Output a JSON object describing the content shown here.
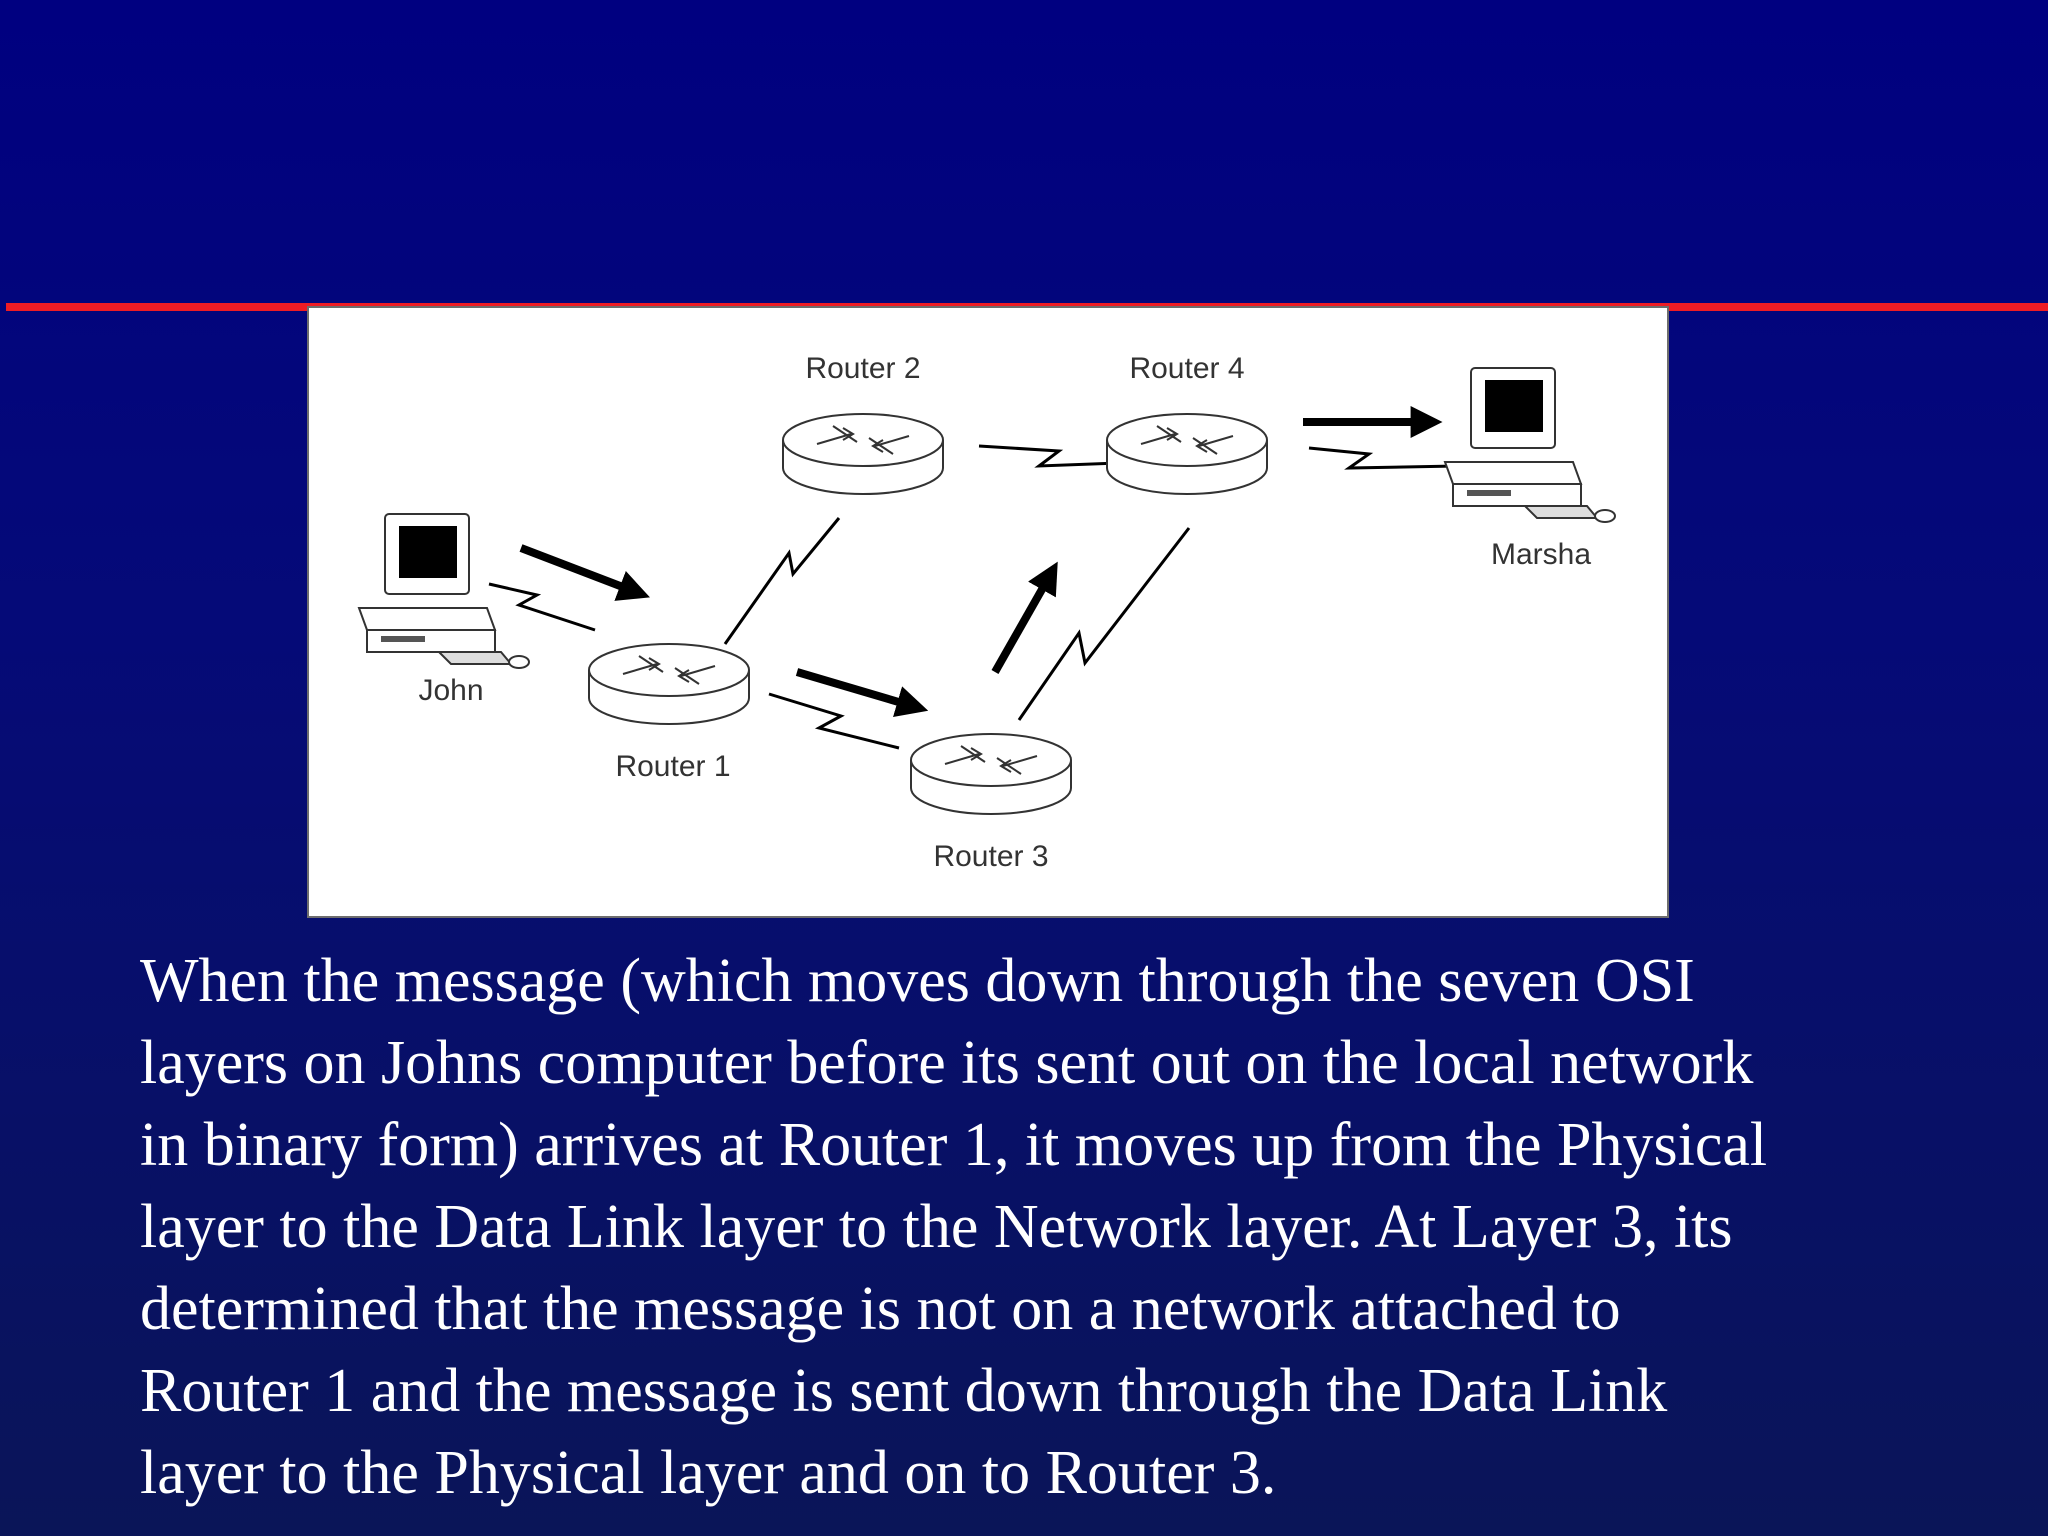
{
  "diagram": {
    "nodes": {
      "john": "John",
      "marsha": "Marsha",
      "router1": "Router 1",
      "router2": "Router 2",
      "router3": "Router 3",
      "router4": "Router 4"
    }
  },
  "body": {
    "lines": [
      "When the message (which moves down through the seven OSI",
      "layers on Johns computer before its sent out on the local network",
      "in binary form) arrives at Router 1, it moves up from the Physical",
      "layer to the Data Link layer to the Network layer. At Layer 3, its",
      "determined that the message is not on a network attached to",
      "Router 1 and the message is sent down through the Data Link",
      "layer to the Physical layer and on to Router 3."
    ]
  },
  "colors": {
    "background": "#000080",
    "accent_line": "#ee1c24",
    "text": "#ffffff"
  }
}
